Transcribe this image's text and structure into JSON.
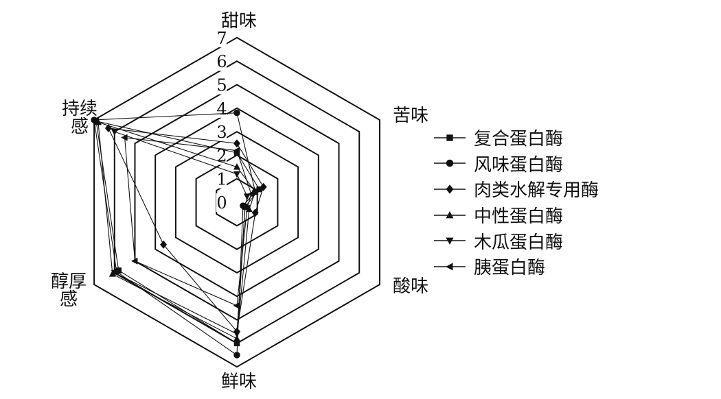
{
  "chart_data": {
    "type": "radar",
    "axes": [
      {
        "label_lines": [
          "甜味"
        ]
      },
      {
        "label_lines": [
          "苦味"
        ]
      },
      {
        "label_lines": [
          "酸味"
        ]
      },
      {
        "label_lines": [
          "鲜味"
        ]
      },
      {
        "label_lines": [
          "醇厚",
          "感"
        ]
      },
      {
        "label_lines": [
          "持续",
          "感"
        ]
      }
    ],
    "r_ticks": [
      "0",
      "1",
      "2",
      "3",
      "4",
      "5",
      "6",
      "7"
    ],
    "rlim": [
      0,
      7
    ],
    "legend_position": "right",
    "series": [
      {
        "name": "复合蛋白酶",
        "marker": "square",
        "values": [
          2.1,
          1.1,
          0.4,
          6.0,
          5.8,
          6.9
        ]
      },
      {
        "name": "风味蛋白酶",
        "marker": "circle",
        "values": [
          3.8,
          0.9,
          0.3,
          6.5,
          5.9,
          7.0
        ]
      },
      {
        "name": "肉类水解专用酶",
        "marker": "diamond",
        "values": [
          2.5,
          1.3,
          0.9,
          5.5,
          3.6,
          6.3
        ]
      },
      {
        "name": "中性蛋白酶",
        "marker": "triangle-up",
        "values": [
          1.5,
          0.9,
          0.6,
          5.8,
          6.1,
          6.8
        ]
      },
      {
        "name": "木瓜蛋白酶",
        "marker": "triangle-down",
        "values": [
          1.2,
          0.5,
          0.4,
          5.6,
          6.0,
          6.0
        ]
      },
      {
        "name": "胰蛋白酶",
        "marker": "triangle-left",
        "values": [
          2.2,
          0.7,
          0.5,
          4.4,
          5.0,
          5.5
        ]
      }
    ]
  }
}
